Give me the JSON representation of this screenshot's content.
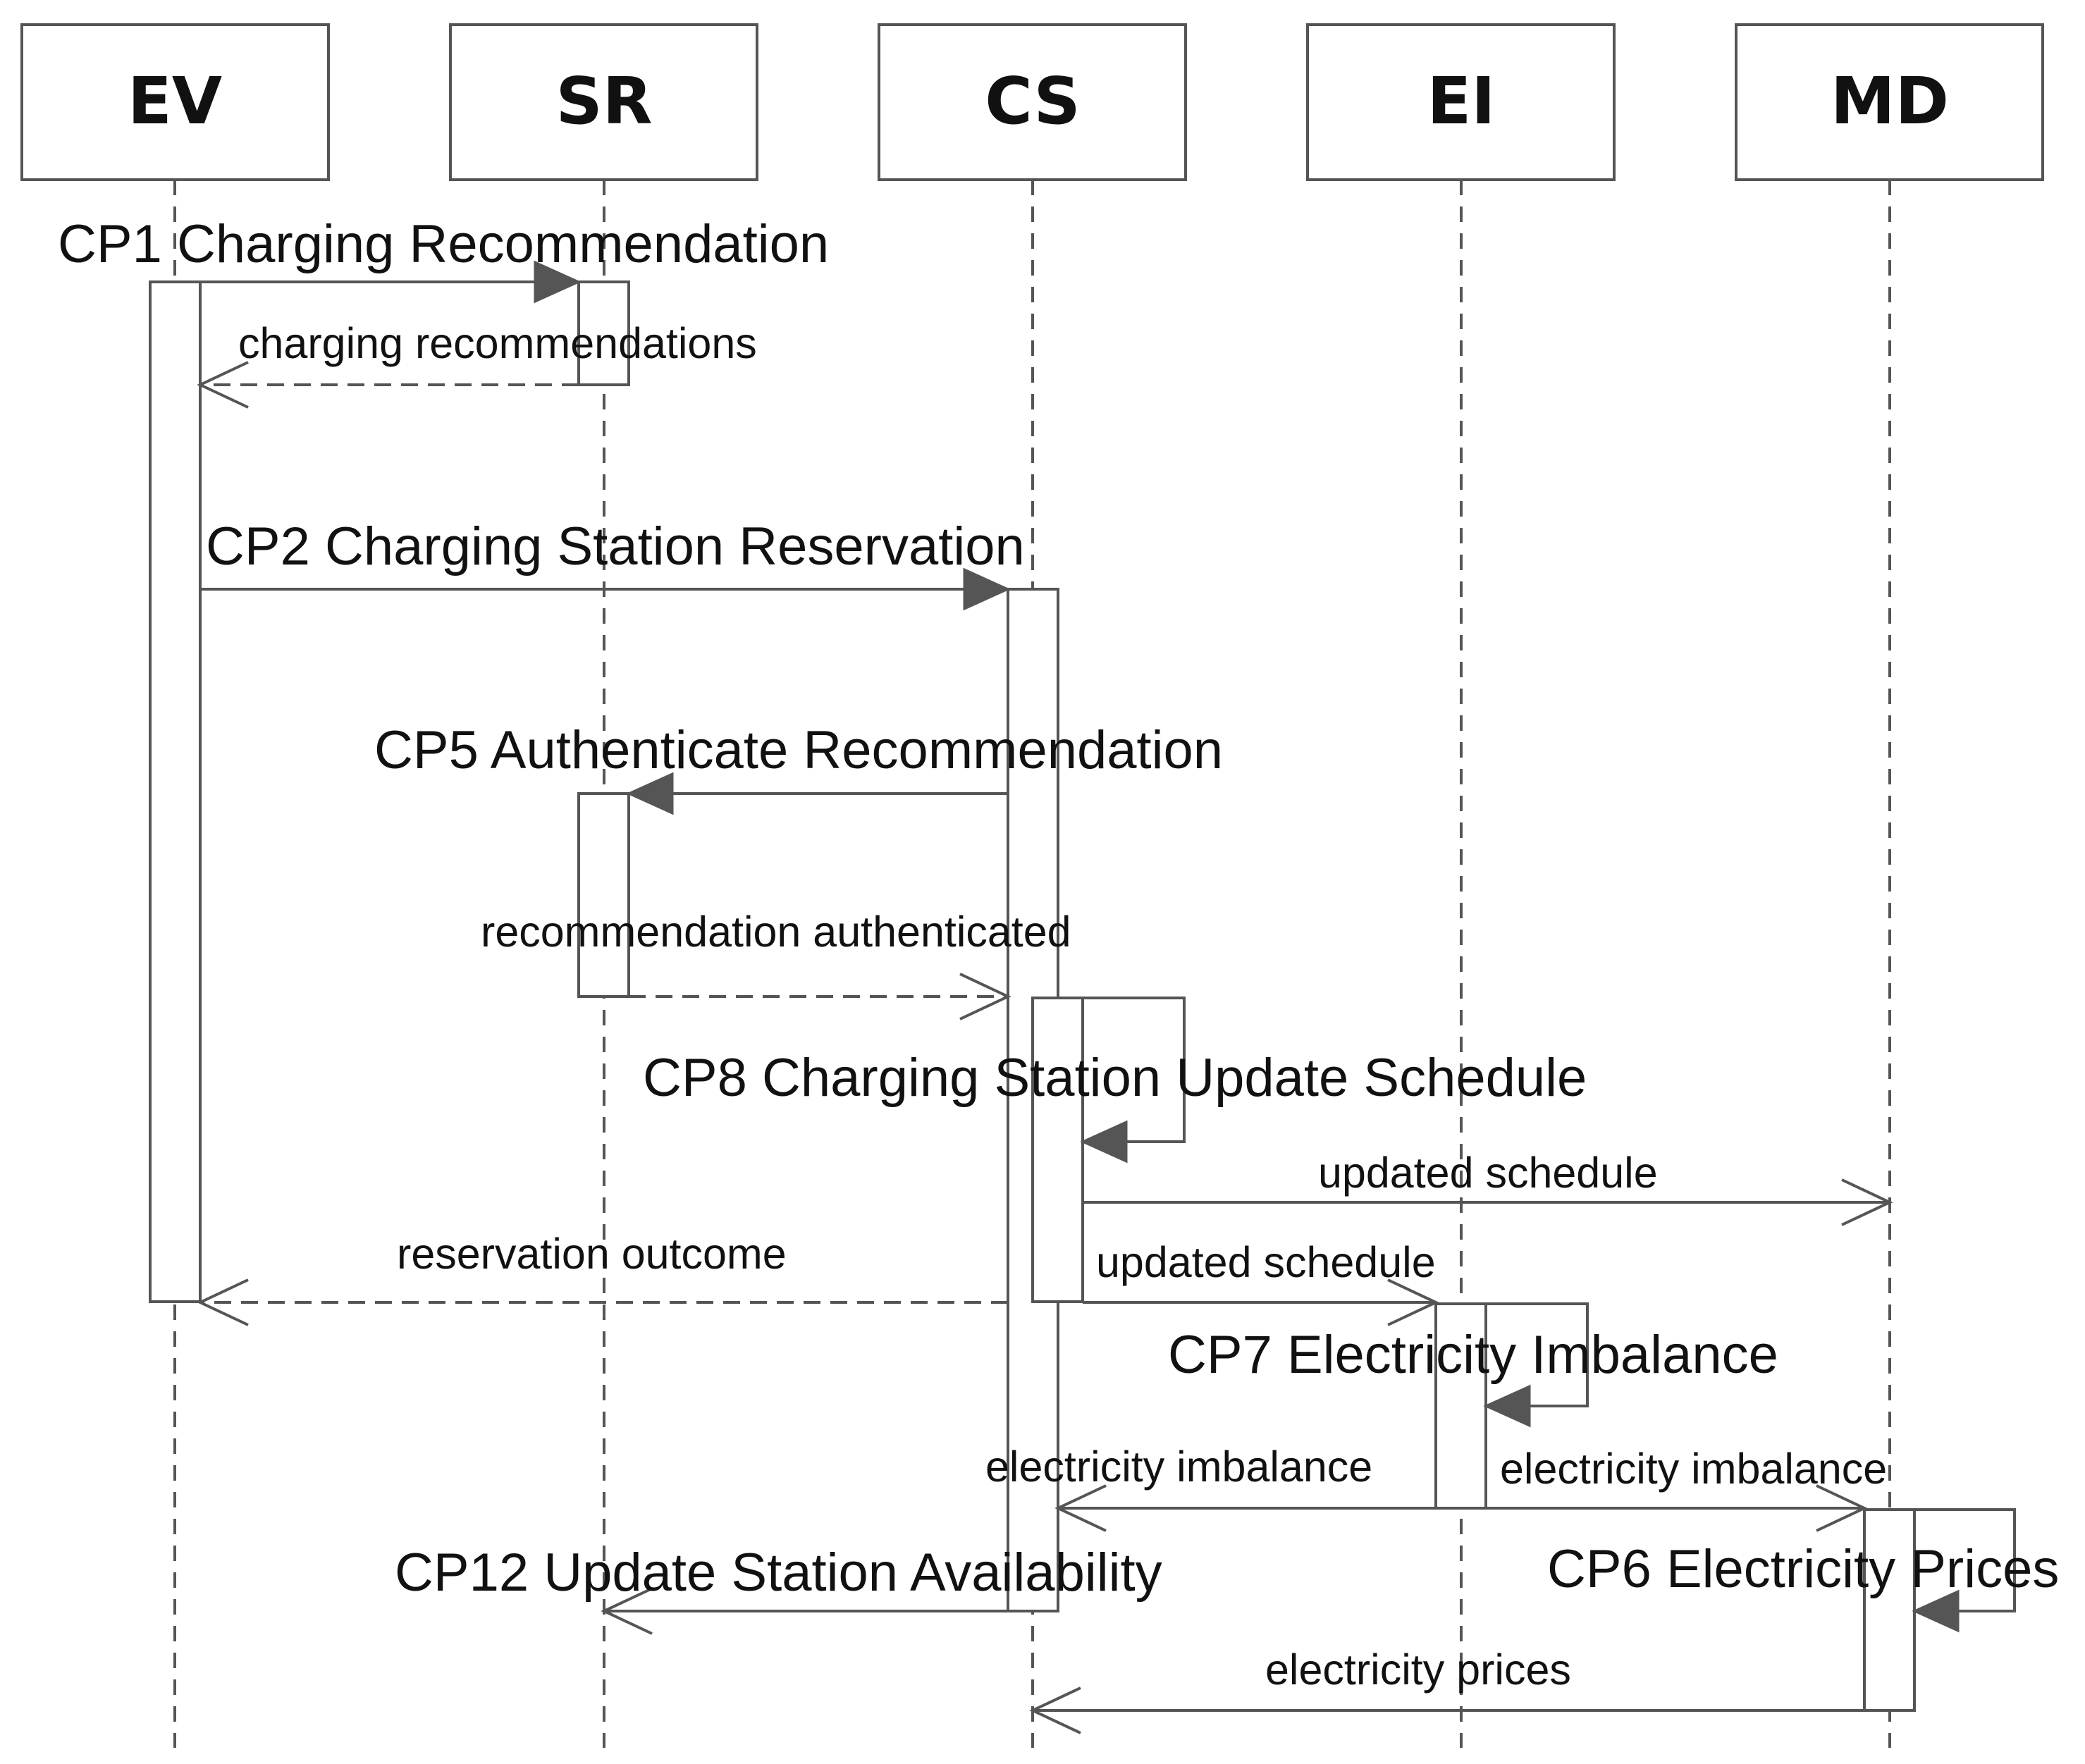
{
  "actors": [
    "EV",
    "SR",
    "CS",
    "EI",
    "MD"
  ],
  "messages": {
    "cp1": "CP1  Charging Recommendation",
    "charging_recommendations": "charging recommendations",
    "cp2": "CP2 Charging Station Reservation",
    "cp5": "CP5 Authenticate Recommendation",
    "recommendation_authenticated": "recommendation authenticated",
    "cp8": "CP8 Charging Station Update Schedule",
    "updated_schedule_md": "updated schedule",
    "reservation_outcome": "reservation outcome",
    "updated_schedule_ei": "updated schedule",
    "cp7": "CP7 Electricity Imbalance",
    "electricity_imbalance_cs": "electricity imbalance",
    "electricity_imbalance_md": "electricity imbalance",
    "cp12": "CP12 Update Station Availability",
    "cp6": "CP6 Electricity Prices",
    "electricity_prices": "electricity prices"
  }
}
